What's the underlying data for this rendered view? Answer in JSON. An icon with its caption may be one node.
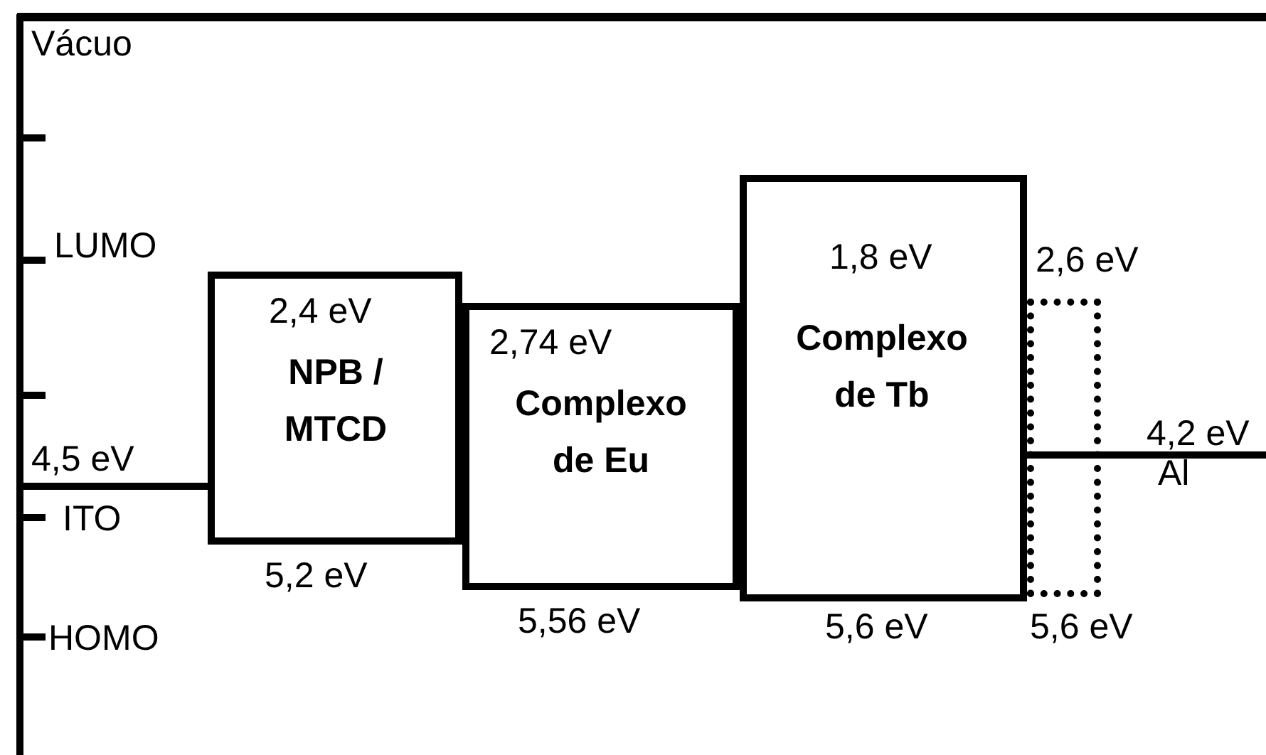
{
  "diagram": {
    "nodes": [
      {
        "text": [
          "2,4 eV",
          "NPB / MTCD"
        ],
        "beside": [
          "5,2 eV"
        ]
      },
      {
        "text": [
          "2,74 eV",
          "Complexo de Eu"
        ],
        "beside": [
          "5,56 eV"
        ]
      },
      {
        "text": [
          "1,8 eV",
          "Complexo de Tb"
        ],
        "beside": [
          "5,6 eV"
        ]
      },
      {
        "text": [],
        "shape": "box",
        "beside": [
          "2,6 eV",
          "5,6 eV"
        ]
      }
    ],
    "edges": [],
    "labels": [
      "Vácuo",
      "LUMO",
      "4,5 eV",
      "ITO",
      "HOMO",
      "4,2 eV",
      "Al"
    ]
  }
}
